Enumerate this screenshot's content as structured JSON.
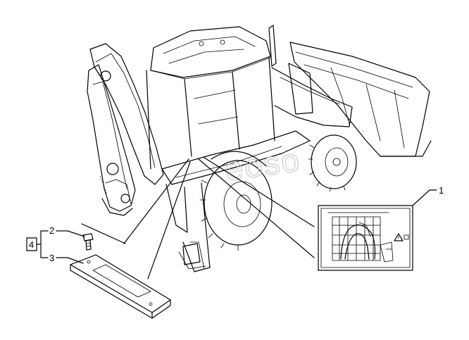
{
  "callouts": {
    "item_1": "1",
    "item_2": "2",
    "item_3": "3",
    "group": "4"
  },
  "watermark": "eoso",
  "lift_table_plate": {
    "icon": "warning-triangle-icon"
  }
}
